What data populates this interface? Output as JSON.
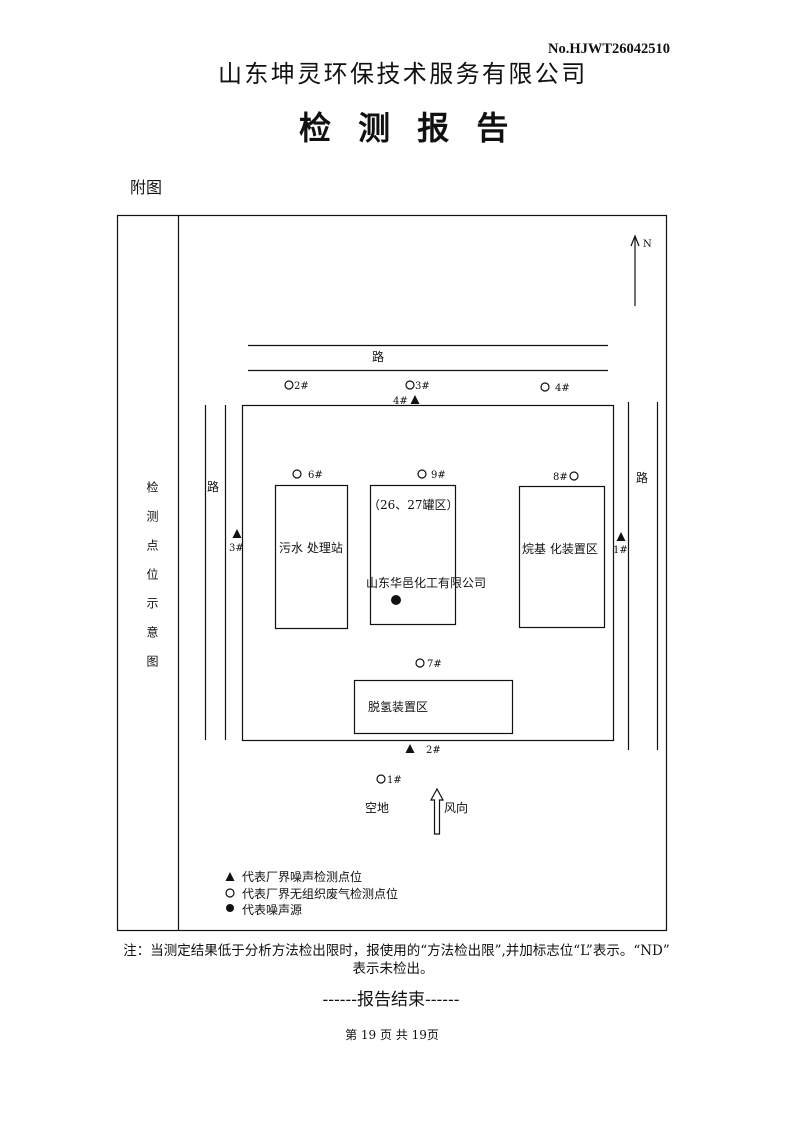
{
  "header": {
    "report_no": "No.HJWT26042510",
    "company": "山东坤灵环保技术服务有限公司",
    "title": "检 测 报 告"
  },
  "figure_label": "附图",
  "diagram": {
    "side_title": "检测点位示意图",
    "north": "N",
    "roads": {
      "top": "路",
      "left": "路",
      "right": "路"
    },
    "plant_name": "山东华邑化工有限公司",
    "areas": {
      "wastewater": "污水 处理站",
      "tank_farm": "（26、27罐区）",
      "alkylation": "烷基 化装置区",
      "dehydrogenation": "脱氢装置区"
    },
    "noise_points": {
      "p1": "1#",
      "p2": "2#",
      "p3": "3#",
      "p4": "4#"
    },
    "gas_points": {
      "p1": "1#",
      "p2": "2#",
      "p3": "3#",
      "p4": "4#",
      "p6": "6#",
      "p7": "7#",
      "p8": "8#",
      "p9": "9#"
    },
    "open_land": "空地",
    "wind": "风向"
  },
  "legend": {
    "noise_point": "代表厂界噪声检测点位",
    "gas_point": "代表厂界无组织废气检测点位",
    "noise_source": "代表噪声源"
  },
  "note": {
    "line1": "注：当测定结果低于分析方法检出限时，报使用的“方法检出限”,并加标志位“L”表示。“ND”",
    "line2": "表示未检出。"
  },
  "end_marker": "------报告结束------",
  "page_number": "第 19 页 共 19页"
}
